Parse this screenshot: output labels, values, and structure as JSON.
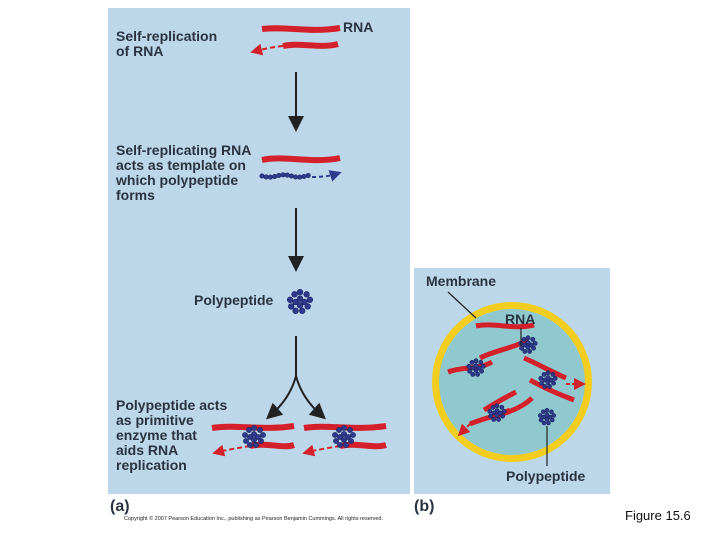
{
  "panel_a": {
    "step1": "Self-replication\nof RNA",
    "rna_label": "RNA",
    "step2": "Self-replicating RNA\nacts as template on\nwhich polypeptide\nforms",
    "step3": "Polypeptide",
    "step4": "Polypeptide acts\nas primitive\nenzyme that\naids RNA\nreplication",
    "tag": "(a)"
  },
  "panel_b": {
    "membrane_label": "Membrane",
    "rna_label": "RNA",
    "polypeptide_label": "Polypeptide",
    "tag": "(b)"
  },
  "copyright": "Copyright © 2007 Pearson Education Inc., publishing as Pearson Benjamin Cummings. All rights reserved.",
  "figure_caption": "Figure 15.6",
  "colors": {
    "background": "#bcd6ea",
    "rna": "#d4202a",
    "polypeptide": "#2e3a8c",
    "membrane": "#f2cd1e",
    "cell_interior": "#8fc9cf"
  }
}
